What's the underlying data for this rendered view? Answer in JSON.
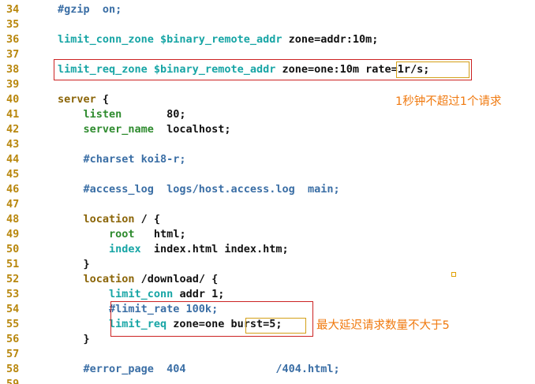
{
  "lines": [
    {
      "num": "34",
      "segments": [
        {
          "t": "#gzip  on;",
          "c": "cmt"
        }
      ]
    },
    {
      "num": "35",
      "segments": []
    },
    {
      "num": "36",
      "segments": [
        {
          "t": "limit_conn_zone $binary_remote_addr ",
          "c": "cyan"
        },
        {
          "t": "zone=addr:10m;",
          "c": "plain"
        }
      ]
    },
    {
      "num": "37",
      "segments": []
    },
    {
      "num": "38",
      "segments": [
        {
          "t": "limit_req_zone $binary_remote_addr ",
          "c": "cyan"
        },
        {
          "t": "zone=one:10m rate=1r/s;",
          "c": "plain"
        }
      ]
    },
    {
      "num": "39",
      "segments": []
    },
    {
      "num": "40",
      "segments": [
        {
          "t": "server",
          "c": "kw"
        },
        {
          "t": " {",
          "c": "plain"
        }
      ]
    },
    {
      "num": "41",
      "segments": [
        {
          "t": "    listen",
          "c": "dir"
        },
        {
          "t": "       80;",
          "c": "plain"
        }
      ]
    },
    {
      "num": "42",
      "segments": [
        {
          "t": "    server_name",
          "c": "dir"
        },
        {
          "t": "  localhost;",
          "c": "plain"
        }
      ]
    },
    {
      "num": "43",
      "segments": []
    },
    {
      "num": "44",
      "segments": [
        {
          "t": "    #charset koi8-r;",
          "c": "cmt"
        }
      ]
    },
    {
      "num": "45",
      "segments": []
    },
    {
      "num": "46",
      "segments": [
        {
          "t": "    #access_log  logs/host.access.log  main;",
          "c": "cmt"
        }
      ]
    },
    {
      "num": "47",
      "segments": []
    },
    {
      "num": "48",
      "segments": [
        {
          "t": "    location",
          "c": "kw"
        },
        {
          "t": " / {",
          "c": "plain"
        }
      ]
    },
    {
      "num": "49",
      "segments": [
        {
          "t": "        root",
          "c": "dir"
        },
        {
          "t": "   html;",
          "c": "plain"
        }
      ]
    },
    {
      "num": "50",
      "segments": [
        {
          "t": "        index",
          "c": "cyan"
        },
        {
          "t": "  index.html index.htm;",
          "c": "plain"
        }
      ]
    },
    {
      "num": "51",
      "segments": [
        {
          "t": "    }",
          "c": "plain"
        }
      ]
    },
    {
      "num": "52",
      "segments": [
        {
          "t": "    location",
          "c": "kw"
        },
        {
          "t": " /download/ {",
          "c": "plain"
        }
      ]
    },
    {
      "num": "53",
      "segments": [
        {
          "t": "        limit_conn",
          "c": "cyan"
        },
        {
          "t": " addr 1;",
          "c": "plain"
        }
      ]
    },
    {
      "num": "54",
      "segments": [
        {
          "t": "        #limit_rate 100k;",
          "c": "cmt"
        }
      ]
    },
    {
      "num": "55",
      "segments": [
        {
          "t": "        limit_req",
          "c": "cyan"
        },
        {
          "t": " zone=one burst=5;",
          "c": "plain"
        }
      ]
    },
    {
      "num": "56",
      "segments": [
        {
          "t": "    }",
          "c": "plain"
        }
      ]
    },
    {
      "num": "57",
      "segments": []
    },
    {
      "num": "58",
      "segments": [
        {
          "t": "    #error_page  404              /404.html;",
          "c": "cmt"
        }
      ]
    },
    {
      "num": "59",
      "segments": []
    }
  ],
  "annotations": {
    "rate_note": "1秒钟不超过1个请求",
    "burst_note": "最大延迟请求数量不大于5"
  },
  "colors": {
    "line_number": "#b8860b",
    "keyword": "#8b6508",
    "directive": "#2e8b2e",
    "cyan": "#17a5a5",
    "comment": "#3a6ea5",
    "note": "#f07a10",
    "red_box": "#cc2222",
    "gold_box": "#d4a017"
  }
}
